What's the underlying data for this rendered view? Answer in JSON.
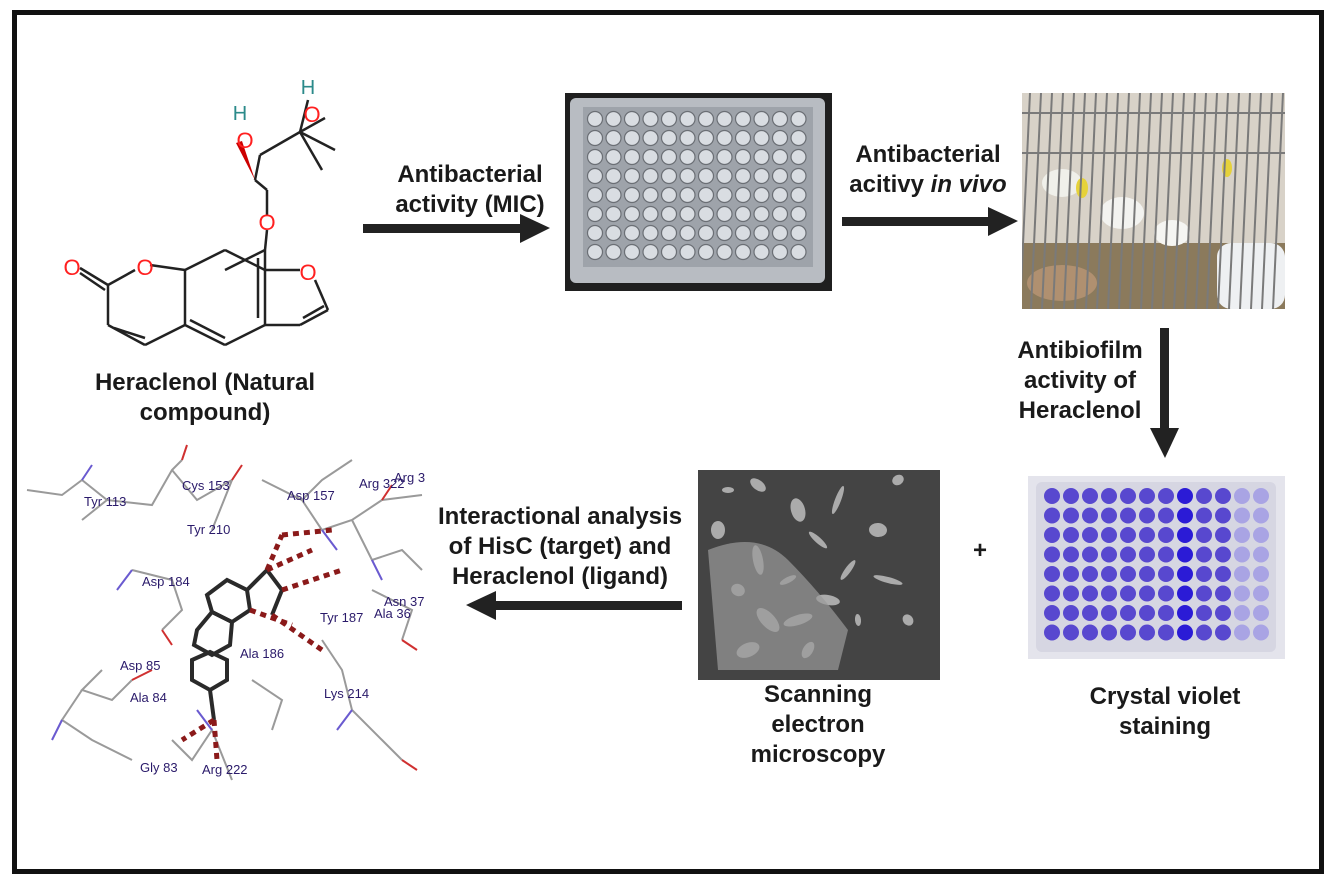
{
  "molecule": {
    "caption_line1": "Heraclenol (Natural",
    "caption_line2": "compound)",
    "atoms": {
      "H": "H",
      "O": "O"
    }
  },
  "steps": {
    "mic_line1": "Antibacterial",
    "mic_line2": "activity (MIC)",
    "invivo_line1": "Antibacterial",
    "invivo_line2_prefix": "acitivy ",
    "invivo_line2_italic": "in vivo",
    "biofilm_line1": "Antibiofilm",
    "biofilm_line2": "activity of",
    "biofilm_line3": "Heraclenol",
    "interaction_line1": "Interactional analysis",
    "interaction_line2": "of HisC (target) and",
    "interaction_line3": "Heraclenol (ligand)",
    "plus": "+"
  },
  "images": {
    "crystal_line1": "Crystal violet",
    "crystal_line2": "staining",
    "sem_line1": "Scanning",
    "sem_line2": "electron",
    "sem_line3": "microscopy"
  },
  "residues": [
    "Tyr 113",
    "Cys 153",
    "Tyr 210",
    "Asp 157",
    "Arg 322",
    "Arg 3",
    "Asp 184",
    "Asn 37",
    "Tyr 187",
    "Ala 36",
    "Ala 186",
    "Asp 85",
    "Ala 84",
    "Lys 214",
    "Gly 83",
    "Arg 222"
  ],
  "colors": {
    "arrow": "#222222",
    "oxygen": "#ff2020",
    "hydrogen": "#2b8a8a",
    "residue_label": "#2a1a6a",
    "hbond": "#8b1a1a",
    "crystal_violet": "#4a3ad0"
  }
}
